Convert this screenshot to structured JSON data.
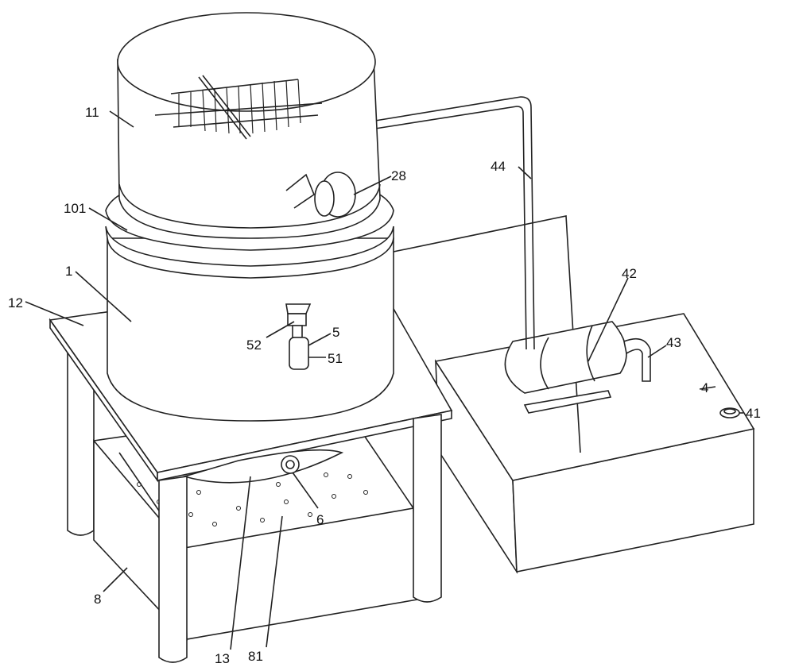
{
  "labels": {
    "l11": "11",
    "l28": "28",
    "l44": "44",
    "l101": "101",
    "l1": "1",
    "l12": "12",
    "l42": "42",
    "l43": "43",
    "l52": "52",
    "l5": "5",
    "l51": "51",
    "l4": "4",
    "l41": "41",
    "l6": "6",
    "l8": "8",
    "l13": "13",
    "l81": "81"
  }
}
